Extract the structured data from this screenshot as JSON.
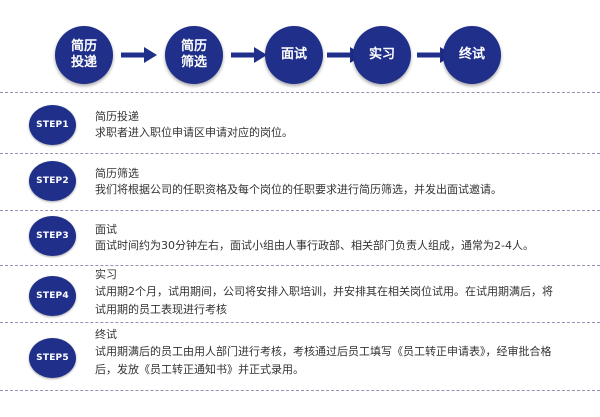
{
  "flow": [
    {
      "line1": "简历",
      "line2": "投递"
    },
    {
      "line1": "简历",
      "line2": "筛选"
    },
    {
      "line1": "面试",
      "line2": ""
    },
    {
      "line1": "实习",
      "line2": ""
    },
    {
      "line1": "终试",
      "line2": ""
    }
  ],
  "colors": {
    "node": "#1f2f8a",
    "arrow": "#1f2f8a",
    "divider": "#8f94b8"
  },
  "steps": [
    {
      "badge": "STEP1",
      "title": "简历投递",
      "desc": "求职者进入职位申请区申请对应的岗位。"
    },
    {
      "badge": "STEP2",
      "title": "简历筛选",
      "desc": "我们将根据公司的任职资格及每个岗位的任职要求进行简历筛选，并发出面试邀请。"
    },
    {
      "badge": "STEP3",
      "title": "面试",
      "desc": "面试时间约为30分钟左右，面试小组由人事行政部、相关部门负责人组成，通常为2-4人。"
    },
    {
      "badge": "STEP4",
      "title": "实习",
      "desc": "试用期2个月，试用期间，公司将安排入职培训，并安排其在相关岗位试用。在试用期满后，将试用期的员工表现进行考核"
    },
    {
      "badge": "STEP5",
      "title": "终试",
      "desc": "试用期满后的员工由用人部门进行考核，考核通过后员工填写《员工转正申请表》，经审批合格后，发放《员工转正通知书》并正式录用。"
    }
  ]
}
